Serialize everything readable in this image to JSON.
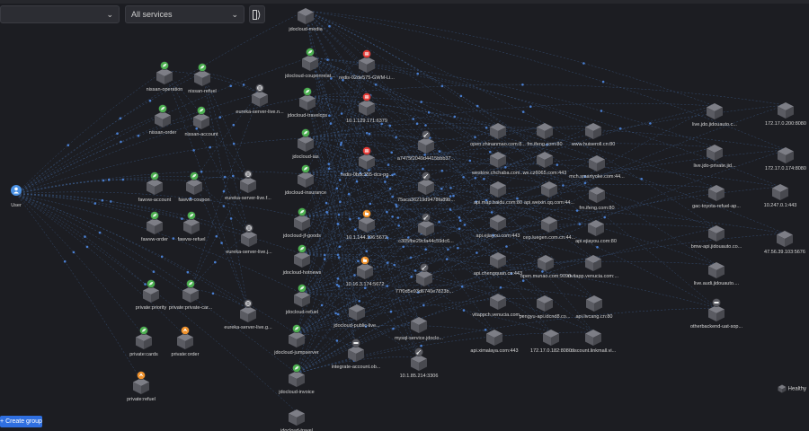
{
  "toolbar": {
    "namespace_value": "",
    "services_value": "All services",
    "chevron_icon": "chevron-down-icon",
    "view_icon": "view-toggle-icon"
  },
  "create_group_label": "+ Create group",
  "legend": {
    "healthy_label": "Healthy",
    "healthy_color": "#3a3b42"
  },
  "colors": {
    "background": "#1c1d22",
    "edge": "#3d5f8f",
    "cube": "#6a6b72",
    "badge_green": "#4caf50",
    "badge_red": "#e53935",
    "badge_orange": "#f0922c",
    "badge_blue": "#4a90e2",
    "badge_gray": "#5a5b62",
    "button_blue": "#2f6fe0"
  },
  "nodes": [
    {
      "id": "user",
      "label": "User",
      "icon": "user-icon"
    },
    {
      "id": "jdocloud-media",
      "label": "jdocloud-media",
      "icon": "cube"
    },
    {
      "id": "jdocloud-couponrelat",
      "label": "jdocloud-couponrelat...",
      "icon": "leaf-badge"
    },
    {
      "id": "redis-02de575",
      "label": "redis-02de575-GWM-Li...",
      "icon": "redis-badge"
    },
    {
      "id": "nissan-operation",
      "label": "nissan-operation",
      "icon": "leaf-badge"
    },
    {
      "id": "nissan-refuel",
      "label": "nissan-refuel",
      "icon": "leaf-badge"
    },
    {
      "id": "eureka-server-live-1",
      "label": "eureka-server-live.n...",
      "icon": "globe-badge"
    },
    {
      "id": "jdocloud-travelcps",
      "label": "jdocloud-travelcps",
      "icon": "leaf-badge"
    },
    {
      "id": "ip-10-129-171",
      "label": "10.1.129.171:6379",
      "icon": "redis-badge"
    },
    {
      "id": "nissan-order",
      "label": "nissan-order",
      "icon": "leaf-badge"
    },
    {
      "id": "nissan-account",
      "label": "nissan-account",
      "icon": "leaf-badge"
    },
    {
      "id": "jdocloud-ias",
      "label": "jdocloud-ias",
      "icon": "leaf-badge"
    },
    {
      "id": "a7475f",
      "label": "a7475f2049d4415bbb37...",
      "icon": "link-badge"
    },
    {
      "id": "open-zhinanmao",
      "label": "open.zhinanmao.com:8...",
      "icon": "cube"
    },
    {
      "id": "fm-ifeng-1",
      "label": "fm.ifeng.com:80",
      "icon": "cube"
    },
    {
      "id": "www-huiseroll",
      "label": "www.huiseroll.cn:80",
      "icon": "cube"
    },
    {
      "id": "live-jdo-jidouauto",
      "label": "live.jdo.jidouauto.c...",
      "icon": "cube"
    },
    {
      "id": "ip-172-17-0-200",
      "label": "172.17.0.200:8080",
      "icon": "cube"
    },
    {
      "id": "redis-0bdc355",
      "label": "redis-0bdc355-dcs-pg...",
      "icon": "redis-badge"
    },
    {
      "id": "westore",
      "label": "westore.chchaba.com...",
      "icon": "cube"
    },
    {
      "id": "wx-cz6065",
      "label": "wx.cz6065.com:443",
      "icon": "cube"
    },
    {
      "id": "mch-smartyoke",
      "label": "mch.smartyoke.com:44...",
      "icon": "cube"
    },
    {
      "id": "live-jdo-private",
      "label": "live.jdo-private.jid...",
      "icon": "cube"
    },
    {
      "id": "ip-172-17-0-174",
      "label": "172.17.0.174:8080",
      "icon": "cube"
    },
    {
      "id": "fawvw-account",
      "label": "fawvw-account",
      "icon": "leaf-badge"
    },
    {
      "id": "fawvw-coupon",
      "label": "fawvw-coupon",
      "icon": "leaf-badge"
    },
    {
      "id": "eureka-server-live-2",
      "label": "eureka-server-live.f...",
      "icon": "globe-badge"
    },
    {
      "id": "jdocloud-insurance",
      "label": "jdocloud-insurance",
      "icon": "leaf-badge"
    },
    {
      "id": "75aca",
      "label": "75aca36219d9478fa89b...",
      "icon": "link-badge"
    },
    {
      "id": "api-map-baidu",
      "label": "api.map.baidu.com:80",
      "icon": "cube"
    },
    {
      "id": "api-weixin-qq",
      "label": "api.weixin.qq.com:44...",
      "icon": "cube"
    },
    {
      "id": "fm-ifeng-2",
      "label": "fm.ifeng.com:80",
      "icon": "cube"
    },
    {
      "id": "gac-toyota-refuel",
      "label": "gac-toyota-refuel-ap...",
      "icon": "cube"
    },
    {
      "id": "ip-10-247-0-1",
      "label": "10.247.0.1:443",
      "icon": "cube"
    },
    {
      "id": "fawvw-order",
      "label": "fawvw-order",
      "icon": "leaf-badge"
    },
    {
      "id": "fawvw-refuel",
      "label": "fawvw-refuel",
      "icon": "leaf-badge"
    },
    {
      "id": "jdocloud-jf-goods",
      "label": "jdocloud-jf-goods",
      "icon": "leaf-badge"
    },
    {
      "id": "ip-10-1-144-196",
      "label": "10.1.144.196:5672",
      "icon": "rabbit-badge"
    },
    {
      "id": "api-ejiayou-1",
      "label": "api.ejiayou.com:443",
      "icon": "cube"
    },
    {
      "id": "cep-luegen",
      "label": "cep.luegen.com.cn:44...",
      "icon": "cube"
    },
    {
      "id": "api-ejiayou-2",
      "label": "api.ejiayou.com:80",
      "icon": "cube"
    },
    {
      "id": "bmw-api",
      "label": "bmw-api.jidouauto.co...",
      "icon": "cube"
    },
    {
      "id": "ip-47-56-39-103",
      "label": "47.56.39.103:5676",
      "icon": "cube"
    },
    {
      "id": "eureka-server-live-3",
      "label": "eureka-server-live.j...",
      "icon": "globe-badge"
    },
    {
      "id": "jdocloud-hotnews",
      "label": "jdocloud-hotnews",
      "icon": "leaf-badge"
    },
    {
      "id": "c305fbe",
      "label": "c305fbe29cfa44c59dc6...",
      "icon": "link-badge"
    },
    {
      "id": "api-chengquan",
      "label": "api.chengquan.cn:443",
      "icon": "cube"
    },
    {
      "id": "open-munao",
      "label": "open.munao.com:9090",
      "icon": "cube"
    },
    {
      "id": "nvitapp",
      "label": "nvitapp.venucia.com:...",
      "icon": "cube"
    },
    {
      "id": "live-audi",
      "label": "live.audi.jidouauto....",
      "icon": "cube"
    },
    {
      "id": "private-priority",
      "label": "private:priority",
      "icon": "leaf-badge"
    },
    {
      "id": "private-private-car",
      "label": "private:private-car...",
      "icon": "leaf-badge"
    },
    {
      "id": "ip-10-16-3-174",
      "label": "10.16.3.174:5672",
      "icon": "rabbit-badge"
    },
    {
      "id": "jdocloud-refuel",
      "label": "jdocloud-refuel",
      "icon": "leaf-badge"
    },
    {
      "id": "77f0d5e",
      "label": "77f0d5e93d6740e7823b...",
      "icon": "link-badge"
    },
    {
      "id": "vitappch",
      "label": "vitappch.venucia.com...",
      "icon": "cube"
    },
    {
      "id": "pengyu-api",
      "label": "pengyu-api.idcnd8.co...",
      "icon": "cube"
    },
    {
      "id": "api-livcang",
      "label": "api.livcang.cn:80",
      "icon": "cube"
    },
    {
      "id": "otherbackend",
      "label": "otherbackend-uat-sop...",
      "icon": "mysql-badge"
    },
    {
      "id": "eureka-server-live-g",
      "label": "eureka-server-live.g...",
      "icon": "globe-badge"
    },
    {
      "id": "jdocloud-public-live",
      "label": "jdocloud-public-live...",
      "icon": "cube"
    },
    {
      "id": "mysql-service",
      "label": "mysql-service.jdoclo...",
      "icon": "cube"
    },
    {
      "id": "private-cards",
      "label": "private:cards",
      "icon": "leaf-badge"
    },
    {
      "id": "private-order",
      "label": "private:order",
      "icon": "bird-badge"
    },
    {
      "id": "jdocloud-jumpserver",
      "label": "jdocloud-jumpserver",
      "icon": "leaf-badge"
    },
    {
      "id": "api-ximalaya",
      "label": "api.ximalaya.com:443",
      "icon": "cube"
    },
    {
      "id": "ip-172-17-0-182",
      "label": "172.17.0.182:8080",
      "icon": "cube"
    },
    {
      "id": "discount-linkmall",
      "label": "discount.linkmall.vi...",
      "icon": "cube"
    },
    {
      "id": "integrate-account",
      "label": "integrate-account.ob...",
      "icon": "mysql-badge"
    },
    {
      "id": "ip-10-1-85-214",
      "label": "10.1.85.214:3306",
      "icon": "link-badge"
    },
    {
      "id": "jdocloud-invoice",
      "label": "jdocloud-invoice",
      "icon": "leaf-badge"
    },
    {
      "id": "private-refuel",
      "label": "private:refuel",
      "icon": "bird-badge"
    },
    {
      "id": "jdocloud-travel",
      "label": "jdocloud-travel",
      "icon": "cube"
    }
  ]
}
